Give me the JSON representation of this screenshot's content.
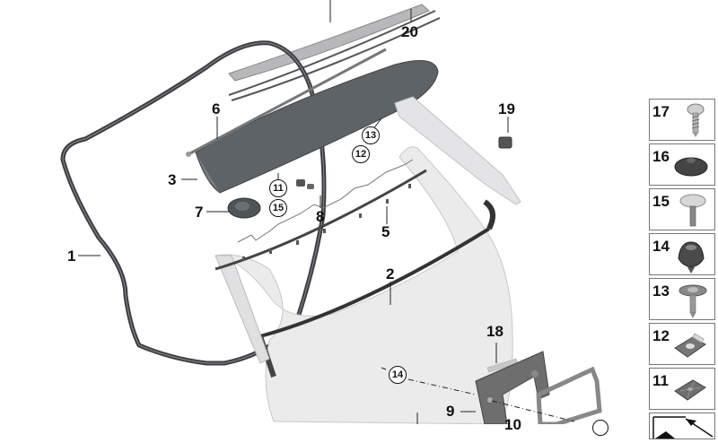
{
  "diagram": {
    "title": "Tailgate seals and trim - exploded parts diagram",
    "colors": {
      "seal": "#4a4a50",
      "spoiler": "#5c6264",
      "panel": "#e9e9ea",
      "bracket": "#6a6a6a",
      "label": "#111111",
      "legend_border": "#777777"
    },
    "callouts": [
      {
        "id": "1",
        "label": "1"
      },
      {
        "id": "2",
        "label": "2"
      },
      {
        "id": "3",
        "label": "3"
      },
      {
        "id": "5",
        "label": "5"
      },
      {
        "id": "6",
        "label": "6"
      },
      {
        "id": "7",
        "label": "7"
      },
      {
        "id": "8",
        "label": "8"
      },
      {
        "id": "9",
        "label": "9"
      },
      {
        "id": "10",
        "label": "10"
      },
      {
        "id": "18",
        "label": "18"
      },
      {
        "id": "19",
        "label": "19"
      },
      {
        "id": "20",
        "label": "20"
      }
    ],
    "circled_refs": [
      {
        "id": "11",
        "label": "11"
      },
      {
        "id": "15",
        "label": "15"
      },
      {
        "id": "13",
        "label": "13"
      },
      {
        "id": "12",
        "label": "12"
      },
      {
        "id": "14",
        "label": "14"
      }
    ]
  },
  "legend": {
    "items": [
      {
        "num": "17",
        "icon": "screw-icon"
      },
      {
        "num": "16",
        "icon": "dome-cap-icon"
      },
      {
        "num": "15",
        "icon": "expanding-rivet-icon"
      },
      {
        "num": "14",
        "icon": "grommet-icon"
      },
      {
        "num": "13",
        "icon": "collar-screw-icon"
      },
      {
        "num": "12",
        "icon": "spring-nut-icon"
      },
      {
        "num": "11",
        "icon": "clip-nut-icon"
      }
    ],
    "nav": {
      "icon": "arrow-up-left-icon"
    }
  }
}
